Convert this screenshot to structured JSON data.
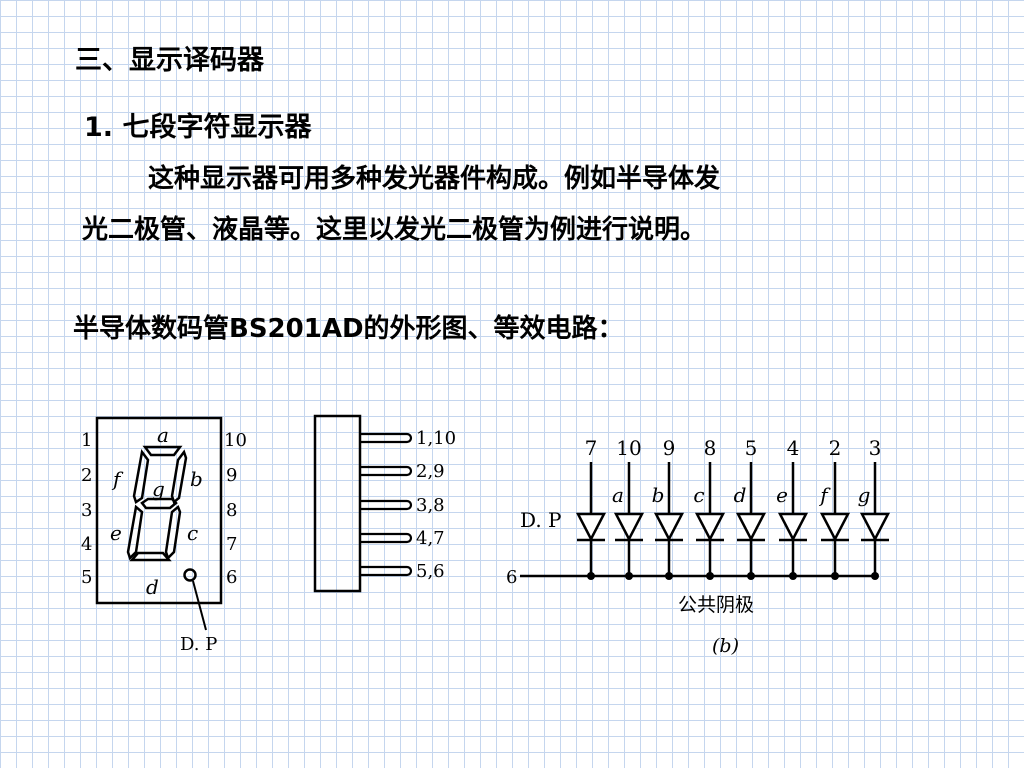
{
  "section_title": "三、显示译码器",
  "subsection_title": "1. 七段字符显示器",
  "description_line1": "这种显示器可用多种发光器件构成。例如半导体发",
  "description_line2": "光二极管、液晶等。这里以发光二极管为例进行说明。",
  "figure_caption": "半导体数码管BS201AD的外形图、等效电路：",
  "display_figure": {
    "left_pins": [
      "1",
      "2",
      "3",
      "4",
      "5"
    ],
    "right_pins": [
      "10",
      "9",
      "8",
      "7",
      "6"
    ],
    "segments": [
      "a",
      "b",
      "c",
      "d",
      "e",
      "f",
      "g"
    ],
    "dp_label": "D. P"
  },
  "side_view": {
    "pin_labels": [
      "1,10",
      "2,9",
      "3,8",
      "4,7",
      "5,6"
    ]
  },
  "circuit": {
    "pin_numbers": [
      "7",
      "10",
      "9",
      "8",
      "5",
      "4",
      "2",
      "3"
    ],
    "segment_labels": [
      "a",
      "b",
      "c",
      "d",
      "e",
      "f",
      "g"
    ],
    "dp_label": "D. P",
    "common_pin": "6",
    "common_label": "公共阴极",
    "caption": "(b)"
  }
}
